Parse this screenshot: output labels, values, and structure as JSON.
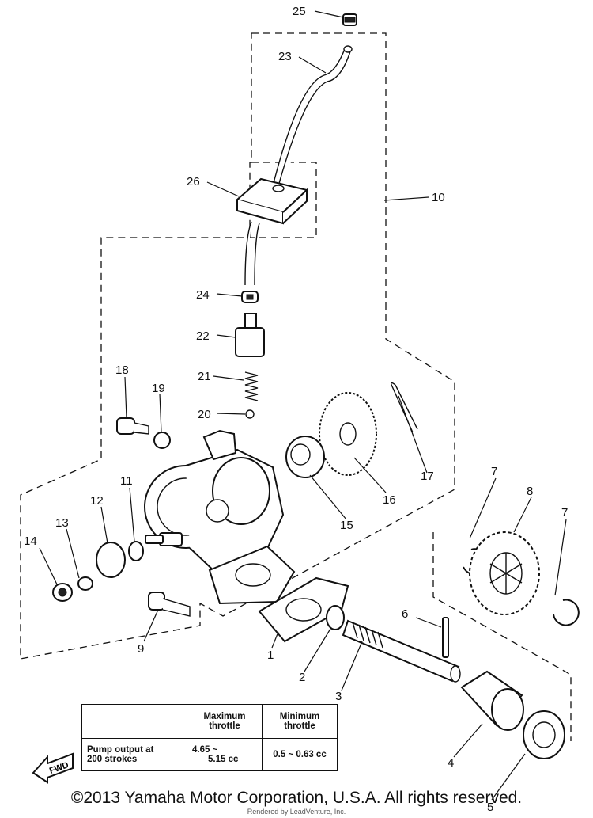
{
  "callouts": [
    "25",
    "23",
    "26",
    "10",
    "24",
    "22",
    "21",
    "20",
    "18",
    "19",
    "17",
    "16",
    "15",
    "11",
    "12",
    "13",
    "14",
    "7",
    "8",
    "7",
    "6",
    "9",
    "1",
    "2",
    "3",
    "4",
    "5"
  ],
  "table": {
    "header_max": [
      "Maximum",
      "throttle"
    ],
    "header_min": [
      "Minimum",
      "throttle"
    ],
    "row_label": [
      "Pump output at",
      "200 strokes"
    ],
    "max_value": [
      "4.65 ~",
      "5.15 cc"
    ],
    "min_value": "0.5 ~ 0.63 cc"
  },
  "fwd_label": "FWD",
  "copyright": "©2013 Yamaha Motor Corporation, U.S.A. All rights reserved.",
  "rendered_by": "Rendered by LeadVenture, Inc."
}
